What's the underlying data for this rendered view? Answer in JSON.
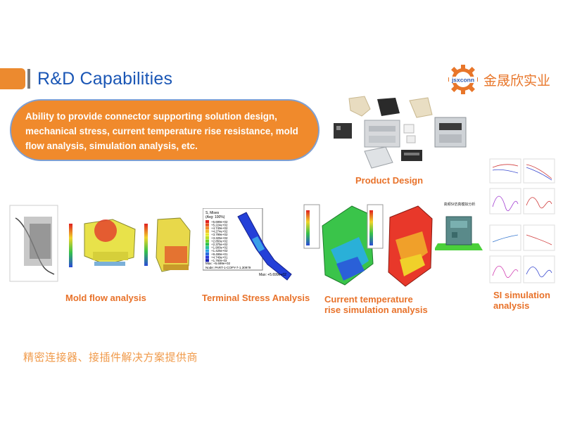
{
  "header": {
    "title": "R&D Capabilities",
    "brand_name": "金晟欣实业",
    "logo_text": "jsxconn"
  },
  "banner": {
    "lines": [
      "Ability to provide connector supporting solution design,",
      "mechanical stress, current temperature rise resistance, mold",
      "flow analysis, simulation analysis, etc."
    ]
  },
  "captions": {
    "product_design": "Product Design",
    "mold_flow": "Mold flow analysis",
    "terminal_stress": "Terminal Stress Analysis",
    "current_temp_line1": "Current temperature",
    "current_temp_line2": "rise simulation analysis",
    "si_line1": "SI simulation",
    "si_line2": "analysis"
  },
  "stress_legend": {
    "title": "S, Mises",
    "subtitle": "(Avg: 100%)",
    "values": [
      "+5.699e+02",
      "+5.224e+02",
      "+4.749e+02",
      "+4.274e+02",
      "+3.799e+02",
      "+3.325e+02",
      "+2.850e+02",
      "+2.375e+02",
      "+1.900e+02",
      "+1.425e+02",
      "+9.499e+01",
      "+4.749e+01",
      "+1.760e-03"
    ],
    "max_line": "Max: +5.699e+02",
    "node_line": "Node: PART-1-COPY-7-1.30979",
    "max_label": "Max: +5.699e+02"
  },
  "si_chart_label": "高频SI仿真模拟分析",
  "footer": "精密连接器、接插件解决方案提供商",
  "colors": {
    "accent": "#ec8a2f",
    "title_blue": "#1a56b5",
    "caption_orange": "#e8722a",
    "footer_orange": "#f09a4a"
  }
}
